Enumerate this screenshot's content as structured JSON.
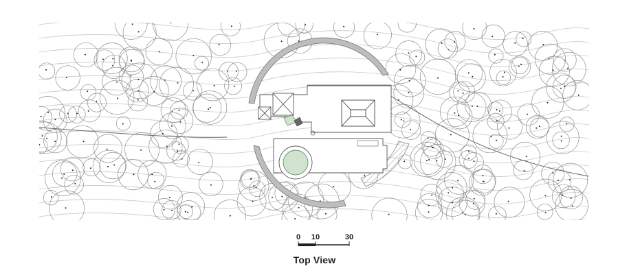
{
  "caption": "Top View",
  "scale_bar": {
    "labels": [
      "0",
      "10",
      "30"
    ]
  },
  "colors": {
    "line": "#9a9a9a",
    "line_dark": "#555555",
    "wall": "#8c8c8c",
    "accent_green": "#cfe3cf",
    "accent_green_stroke": "#6e8f6e",
    "text": "#222222"
  }
}
